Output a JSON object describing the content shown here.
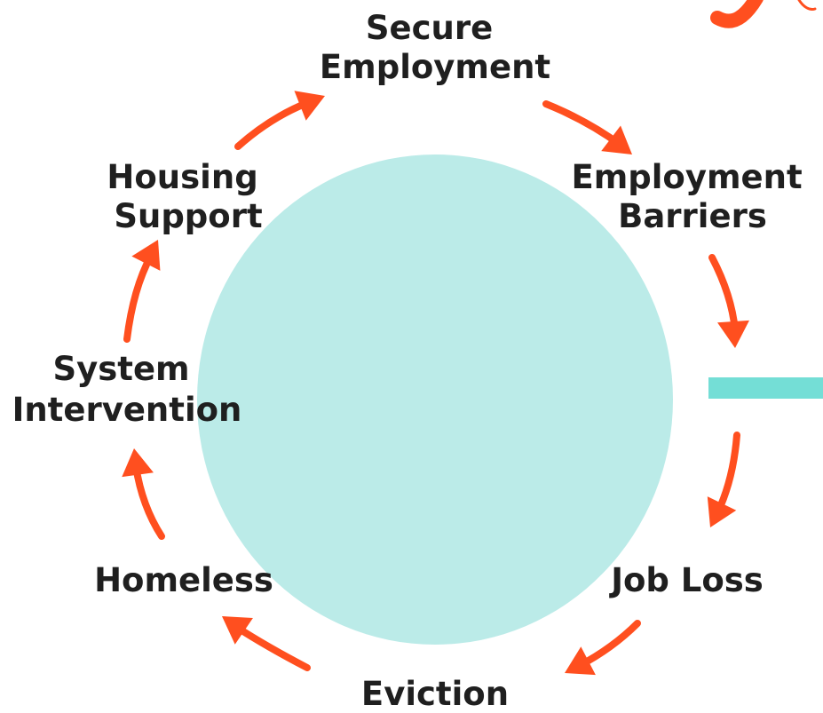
{
  "diagram": {
    "type": "cycle",
    "colors": {
      "circle": "#bbebe8",
      "arrow": "#ff4f1f",
      "bar": "#74ded6",
      "text": "#1f1f1f"
    },
    "nodes": [
      {
        "id": "secure-employment",
        "lines": [
          "Secure",
          "Employment"
        ]
      },
      {
        "id": "employment-barriers",
        "lines": [
          "Employment",
          "Barriers"
        ]
      },
      {
        "id": "job-loss",
        "lines": [
          "Job Loss"
        ]
      },
      {
        "id": "eviction",
        "lines": [
          "Eviction"
        ]
      },
      {
        "id": "homeless",
        "lines": [
          "Homeless"
        ]
      },
      {
        "id": "system-intervention",
        "lines": [
          "System",
          "Intervention"
        ]
      },
      {
        "id": "housing-support",
        "lines": [
          "Housing",
          "Support"
        ]
      }
    ],
    "edges": [
      {
        "from": "secure-employment",
        "to": "employment-barriers"
      },
      {
        "from": "employment-barriers",
        "to": "job-loss"
      },
      {
        "from": "job-loss",
        "to": "eviction"
      },
      {
        "from": "eviction",
        "to": "homeless"
      },
      {
        "from": "homeless",
        "to": "system-intervention"
      },
      {
        "from": "system-intervention",
        "to": "housing-support"
      },
      {
        "from": "housing-support",
        "to": "secure-employment"
      }
    ]
  }
}
